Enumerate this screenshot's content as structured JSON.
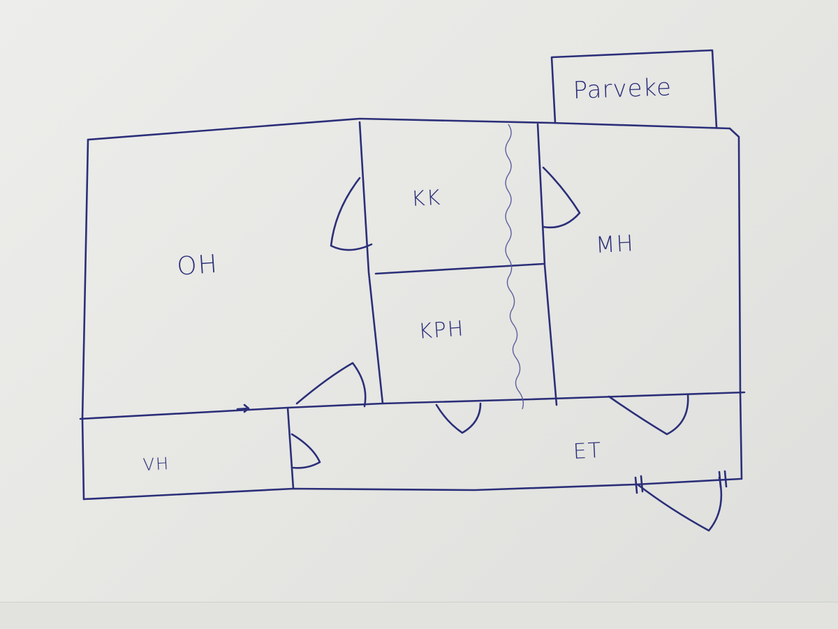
{
  "rooms": {
    "balcony": "Parveke",
    "kk": "KK",
    "kph": "KPH",
    "oh": "OH",
    "mh": "MH",
    "vh": "VH",
    "et": "ET"
  },
  "colors": {
    "ink": "#2b2f78",
    "paper": "#e9e9e6"
  }
}
